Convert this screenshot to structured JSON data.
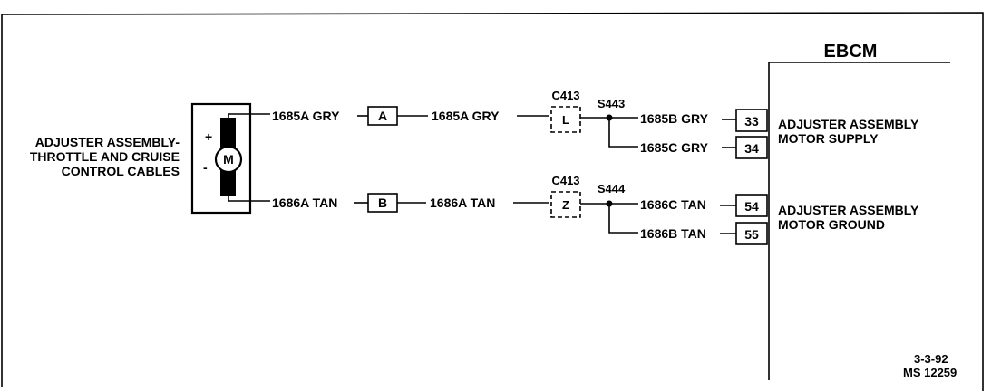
{
  "component_label": [
    "ADJUSTER ASSEMBLY-",
    "THROTTLE AND CRUISE",
    "CONTROL CABLES"
  ],
  "motor": {
    "symbol": "M",
    "plus": "+",
    "minus": "-"
  },
  "module": {
    "name": "EBCM"
  },
  "circuits": {
    "top": {
      "wire_left": "1685A GRY",
      "connector_pin": "A",
      "wire_mid": "1685A GRY",
      "connector_name": "C413",
      "connector_cavity": "L",
      "splice": "S443",
      "branch_upper_wire": "1685B GRY",
      "branch_upper_pin": "33",
      "branch_lower_wire": "1685C GRY",
      "branch_lower_pin": "34",
      "function": [
        "ADJUSTER ASSEMBLY",
        "MOTOR SUPPLY"
      ]
    },
    "bottom": {
      "wire_left": "1686A TAN",
      "connector_pin": "B",
      "wire_mid": "1686A TAN",
      "connector_name": "C413",
      "connector_cavity": "Z",
      "splice": "S444",
      "branch_upper_wire": "1686C TAN",
      "branch_upper_pin": "54",
      "branch_lower_wire": "1686B TAN",
      "branch_lower_pin": "55",
      "function": [
        "ADJUSTER ASSEMBLY",
        "MOTOR GROUND"
      ]
    }
  },
  "footer": {
    "date": "3-3-92",
    "ref": "MS 12259"
  }
}
